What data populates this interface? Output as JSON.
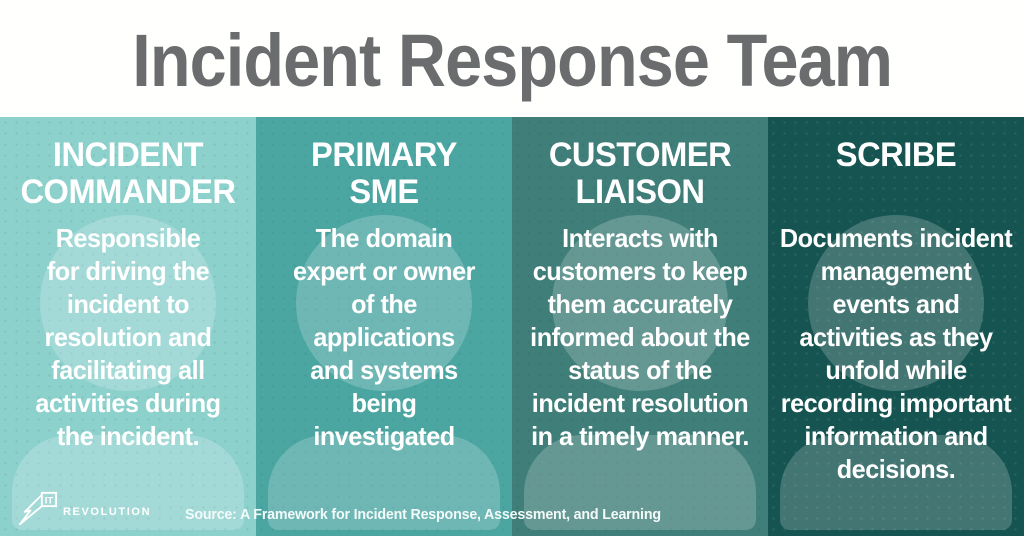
{
  "title": "Incident Response Team",
  "colors": {
    "title_gray": "#6b6c6e",
    "text_white": "#ffffff",
    "column_1_bg": "#8dd1cd",
    "column_2_bg": "#4ba6a2",
    "column_3_bg": "#3f7e79",
    "column_4_bg": "#155451"
  },
  "columns": [
    {
      "header": "INCIDENT\nCOMMANDER",
      "body": "Responsible\nfor driving the\nincident to\nresolution and\nfacilitating all\nactivities during\nthe incident.",
      "bg": "#8dd1cd"
    },
    {
      "header": "PRIMARY\nSME",
      "body": "The domain\nexpert or owner\nof the\napplications\nand systems\nbeing\ninvestigated",
      "bg": "#4ba6a2"
    },
    {
      "header": "CUSTOMER\nLIAISON",
      "body": "Interacts with\ncustomers to keep\nthem accurately\ninformed about the\nstatus of the\nincident resolution\nin a timely manner.",
      "bg": "#3f7e79"
    },
    {
      "header": "SCRIBE",
      "body": "Documents incident\nmanagement\nevents and\nactivities as they\nunfold while\nrecording important\ninformation and\ndecisions.",
      "bg": "#155451"
    }
  ],
  "footer": {
    "logo_icon": "IT",
    "logo_wordmark": "REVOLUTION",
    "source": "Source: A Framework for Incident Response, Assessment, and Learning"
  }
}
